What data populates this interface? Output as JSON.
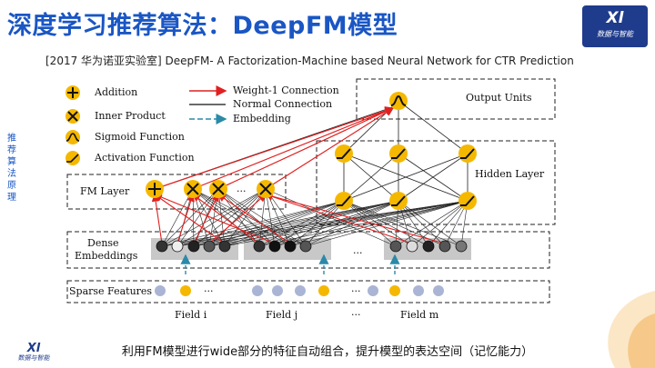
{
  "title": "深度学习推荐算法：DeepFM模型",
  "citation": "[2017 华为诺亚实验室] DeepFM- A Factorization-Machine based Neural Network for CTR Prediction",
  "side_label": "推荐算法原理",
  "logo": {
    "mark": "Xl",
    "text": "数据与智能"
  },
  "caption": "利用FM模型进行wide部分的特征自动组合，提升模型的表达空间（记忆能力）",
  "legend": {
    "addition": "Addition",
    "inner_product": "Inner Product",
    "sigmoid": "Sigmoid Function",
    "activation": "Activation Function",
    "weight1": "Weight-1 Connection",
    "normal": "Normal Connection",
    "embedding": "Embedding"
  },
  "diagram": {
    "output_units": "Output Units",
    "hidden_layer": "Hidden Layer",
    "fm_layer": "FM Layer",
    "dense_line1": "Dense",
    "dense_line2": "Embeddings",
    "sparse": "Sparse Features",
    "field_i": "Field i",
    "field_j": "Field j",
    "field_m": "Field m",
    "dots": "···"
  },
  "colors": {
    "title": "#1a56c4",
    "unit": "#f5b800",
    "weight1": "#e02020",
    "embedding": "#2a8aa8",
    "sparse_on": "#f5b800",
    "sparse_off": "#aab4d4"
  }
}
